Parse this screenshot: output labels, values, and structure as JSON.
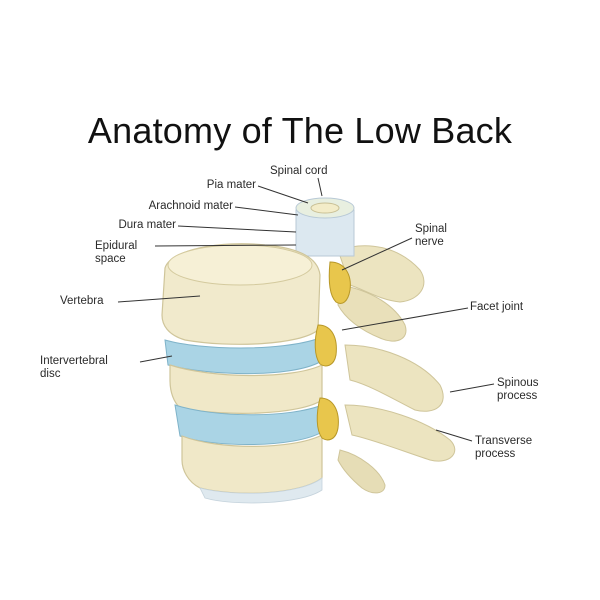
{
  "title": "Anatomy of The Low Back",
  "labels": {
    "spinal_cord": "Spinal cord",
    "pia_mater": "Pia mater",
    "arachnoid_mater": "Arachnoid mater",
    "dura_mater": "Dura mater",
    "epidural_space": [
      "Epidural",
      "space"
    ],
    "vertebra": "Vertebra",
    "intervertebral_disc": [
      "Intervertebral",
      "disc"
    ],
    "spinal_nerve": [
      "Spinal",
      "nerve"
    ],
    "facet_joint": "Facet joint",
    "spinous_process": [
      "Spinous",
      "process"
    ],
    "transverse_process": [
      "Transverse",
      "process"
    ]
  },
  "colors": {
    "bone": "#efe8c8",
    "bone_shadow": "#d8cfa6",
    "disc": "#a9d3e4",
    "nerve": "#e6c44a",
    "dura": "#d4e4ef",
    "leader": "#333333"
  }
}
